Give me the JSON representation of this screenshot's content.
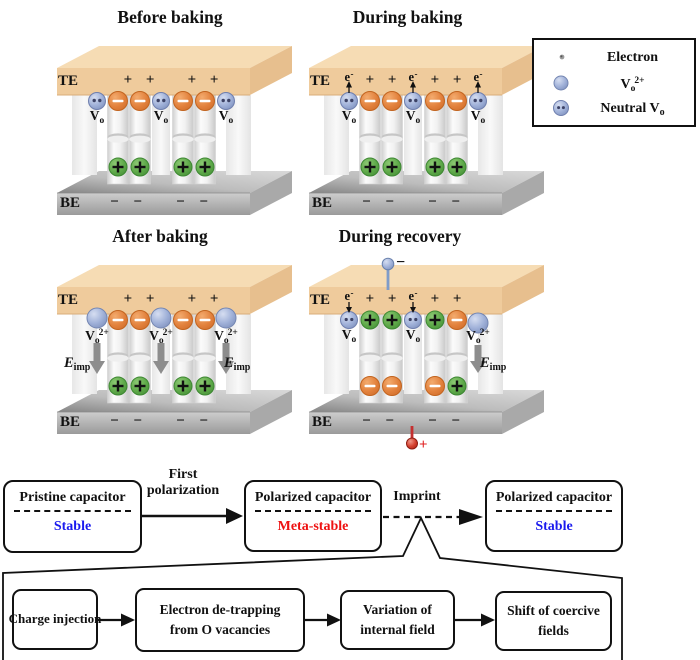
{
  "titles": {
    "p1": "Before baking",
    "p2": "During baking",
    "p3": "After baking",
    "p4": "During recovery"
  },
  "symbols": {
    "te": "TE",
    "be": "BE",
    "v": "V",
    "o": "o",
    "two_plus": "2+",
    "e": "e",
    "sup_minus": "-",
    "E": "E",
    "imp": "imp",
    "plus_pair": "+ +",
    "minus_pair": "− −",
    "probe_minus": "−",
    "probe_plus": "+"
  },
  "legend": {
    "electron": "Electron",
    "neutral_prefix": "Neutral V"
  },
  "flow": {
    "pristine": "Pristine capacitor",
    "polarized": "Polarized capacitor",
    "stable": "Stable",
    "metastable": "Meta-stable",
    "first_line1": "First",
    "first_line2": "polarization",
    "imprint": "Imprint",
    "steps": [
      [
        "Charge injection"
      ],
      [
        "Electron de-trapping",
        "from O vacancies"
      ],
      [
        "Variation of",
        "internal field"
      ],
      [
        "Shift of coercive",
        "fields"
      ]
    ]
  },
  "colors": {
    "stable_blue": "#1a1aee",
    "metastable_red": "#ee1111",
    "electrode_tan": "#efcb9c",
    "electrode_gray": "#a9a9a9",
    "oxygen_vacancy_blue": "#9fb0d8",
    "negative_charge_orange": "#e2813c",
    "positive_charge_green": "#5ea949",
    "imprint_field_gray": "#8d8d8d",
    "probe_red": "#d4402e",
    "probe_blue": "#7f9cc9"
  }
}
